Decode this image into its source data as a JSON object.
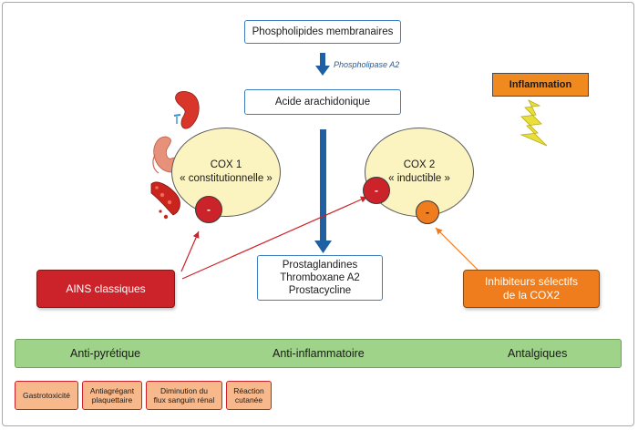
{
  "top_box": "Phospholipides membranaires",
  "enzyme": "Phospholipase A2",
  "middle_box": "Acide arachidonique",
  "cox1": {
    "line1": "COX 1",
    "line2": "« constitutionnelle »",
    "minus": "-"
  },
  "cox2": {
    "line1": "COX 2",
    "line2": "« inductible »",
    "minus_red": "-",
    "minus_orange": "-"
  },
  "inflammation": "Inflammation",
  "products": [
    "Prostaglandines",
    "Thromboxane A2",
    "Prostacycline"
  ],
  "drug_left": "AINS classiques",
  "drug_right": [
    "Inhibiteurs sélectifs",
    "de la COX2"
  ],
  "effects": [
    "Anti-pyrétique",
    "Anti-inflammatoire",
    "Antalgiques"
  ],
  "side_effects": [
    [
      "Gastrotoxicité"
    ],
    [
      "Antiagrégant",
      "plaquettaire"
    ],
    [
      "Diminution du",
      "flux sanguin rénal"
    ],
    [
      "Réaction",
      "cutanée"
    ]
  ],
  "colors": {
    "blue_arrow": "#1f5fa3",
    "red": "#cc2229",
    "orange": "#ef7d1e",
    "cox_fill": "#fbf3c0",
    "green_bar": "#9fd38a",
    "side_effect_fill": "#f7b98c"
  },
  "icons": [
    "kidney-icon",
    "stomach-icon",
    "blood-vessel-icon",
    "lightning-icon"
  ]
}
